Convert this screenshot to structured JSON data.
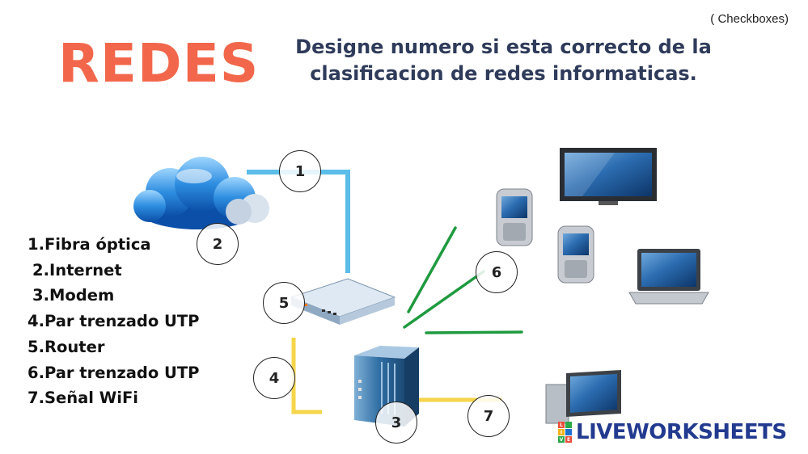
{
  "mode_label": "( Checkboxes)",
  "title": "REDES",
  "instructions": {
    "line1": "Designe numero si esta correcto de la",
    "line2": "clasificacion de redes informaticas."
  },
  "legend": [
    "1.Fibra óptica",
    "2.Internet",
    "3.Modem",
    "4.Par trenzado UTP",
    "5.Router",
    "6.Par trenzado UTP",
    "7.Señal WiFi"
  ],
  "markers": [
    "1",
    "2",
    "3",
    "4",
    "5",
    "6",
    "7"
  ],
  "brand": {
    "text": "LIVEWORKSHEETS",
    "logo_letters": [
      "L",
      "I",
      "V",
      "E"
    ]
  },
  "colors": {
    "title": "#f2674b",
    "instructions": "#2f3b5a",
    "fiber_line": "#5bbde9",
    "utp_line": "#f5d54a",
    "wifi_line": "#1f9a3f",
    "brand": "#223a8f"
  },
  "icons": [
    "cloud-icon",
    "router-icon",
    "modem-icon",
    "phone-icon",
    "monitor-icon",
    "laptop-icon",
    "desktop-computer-icon"
  ]
}
